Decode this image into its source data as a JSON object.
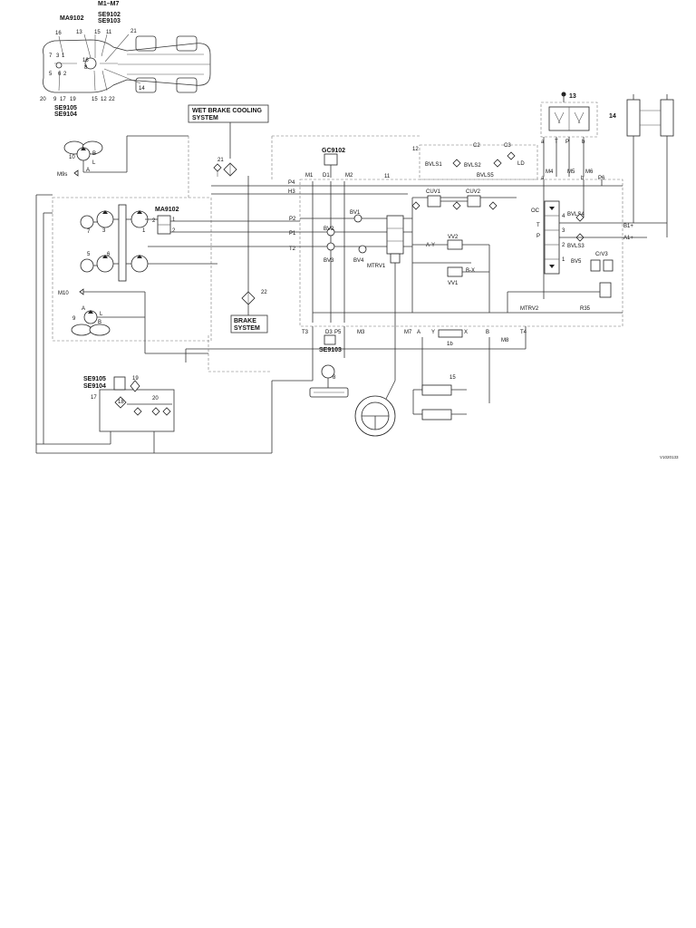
{
  "labels": {
    "m1_m7": "M1–M7",
    "ma9102_top": "MA9102",
    "se9102": "SE9102",
    "se9103_top": "SE9103",
    "n16_top": "16",
    "n13_top": "13",
    "n15_top": "15",
    "n11_top": "11",
    "n21_top": "21",
    "n7": "7",
    "n3": "3",
    "n1": "1",
    "n16_b": "16",
    "n8": "8",
    "n5": "5",
    "n6": "6",
    "n2": "2",
    "n20_b": "20",
    "n9_b": "9",
    "n17_b": "17",
    "n19_b": "19",
    "n15_b": "15",
    "n12_b": "12",
    "n22_b": "22",
    "n14_b": "14",
    "se9105_top": "SE9105",
    "se9104_top": "SE9104",
    "wet_brake_1": "WET BRAKE COOLING",
    "wet_brake_2": "SYSTEM",
    "n13_r": "13",
    "n14_r": "14",
    "p_a": "a",
    "p_t": "T",
    "p_p": "P",
    "p_b": "b",
    "n10": "10",
    "p_B10": "B",
    "p_L10": "L",
    "p_A10": "A",
    "m9s": "M9s",
    "n21": "21",
    "gc9102": "GC9102",
    "n12": "12",
    "c2": "C2",
    "c3": "C3",
    "bvls1": "BVLS1",
    "bvls2": "BVLS2",
    "bvls5": "BVLS5",
    "ld": "LD",
    "m1": "M1",
    "d1": "D1",
    "m2": "M2",
    "n11": "11",
    "m4": "M4",
    "m5": "M5",
    "m6": "M6",
    "p_a2": "a",
    "p_b2": "b",
    "p6": "P6",
    "p4": "P4",
    "h3": "H3",
    "cuv1": "CUV1",
    "cuv2": "CUV2",
    "oc": "OC",
    "bvls4": "BVLS4",
    "n4": "4",
    "t_port": "T",
    "n3_r": "3",
    "p_port": "P",
    "n2_r": "2",
    "bvls3": "BVLS3",
    "n1_r": "1",
    "crv3": "CrV3",
    "bv5": "BV5",
    "b1p": "B1+",
    "a1p": "A1+",
    "ma9102": "MA9102",
    "n7_m": "7",
    "n3_m": "3",
    "n1_m": "1",
    "n2_m": "2",
    "n1_mb": "1",
    "n2_mb": "2",
    "n5_m": "5",
    "n6_m": "6",
    "p2": "P2",
    "bv1": "BV1",
    "p1": "P1",
    "bv2": "BV2",
    "t2": "T2",
    "bv3": "BV3",
    "bv4": "BV4",
    "mtrv1": "MTRV1",
    "a_y": "A-Y",
    "vv2": "VV2",
    "b_x": "B-X",
    "vv1": "VV1",
    "m10": "M10",
    "n22": "22",
    "mtrv2": "MTRV2",
    "r35": "R35",
    "n9": "9",
    "p_A9": "A",
    "p_L9": "L",
    "p_B9": "B",
    "brake_1": "BRAKE",
    "brake_2": "SYSTEM",
    "t3": "T3",
    "d3": "D3",
    "p5": "P5",
    "m3": "M3",
    "se9103": "SE9103",
    "m7": "M7",
    "a_b": "A",
    "y_b": "Y",
    "x_b": "X",
    "b_b": "B",
    "t4": "T4",
    "n1b": "1b",
    "m8": "M8",
    "n15": "15",
    "se9105": "SE9105",
    "se9104": "SE9104",
    "n19": "19",
    "n17": "17",
    "n18": "18",
    "n20": "20",
    "doc_ref": "V1020133"
  },
  "colors": {
    "line": "#333333",
    "dashed": "#777777",
    "background": "#ffffff"
  }
}
